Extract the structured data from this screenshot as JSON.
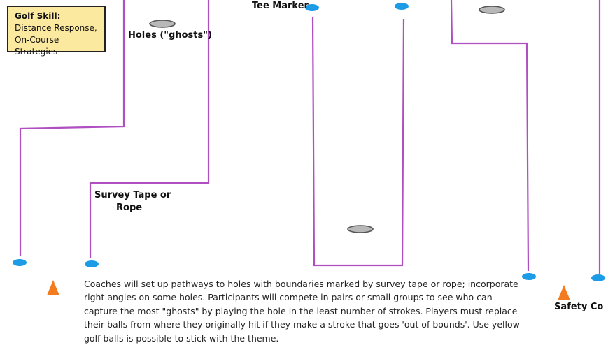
{
  "skill_box": {
    "heading": "Golf Skill:",
    "text": "Distance Response, On-Course Strategies"
  },
  "labels": {
    "tee_marker": "Tee Marker",
    "holes": "Holes (\"ghosts\")",
    "tape_line1": "Survey Tape or",
    "tape_line2": "Rope",
    "safety": "Safety Co"
  },
  "description": "Coaches will set up pathways to holes with boundaries marked by survey tape or rope; incorporate right angles on some holes. Participants will compete in pairs or small groups to see who can capture the most \"ghosts\" by playing the hole in the least number of strokes. Players must replace their balls from where they originally hit if they make a stroke that goes 'out of bounds'. Use yellow golf balls is possible to stick with the theme.",
  "colors": {
    "tape": "#b04fc1",
    "tee_marker": "#1c9be6",
    "hole": "#b8b8b8",
    "cone": "#f47c20",
    "skill_box_bg": "#fbe9a0"
  },
  "icons": {
    "tee_marker": "blue-ellipse",
    "hole": "gray-ellipse",
    "cone": "orange-triangle"
  }
}
